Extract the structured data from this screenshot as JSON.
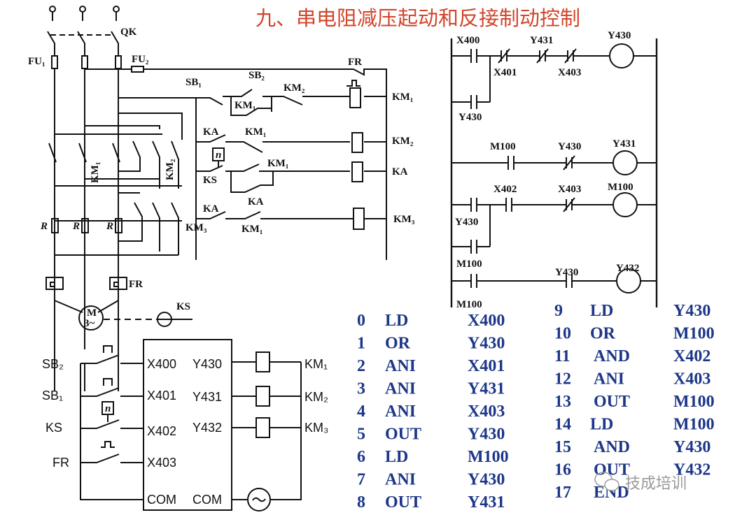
{
  "title": "九、串电阻减压起动和反接制动控制",
  "colors": {
    "title": "#d2452b",
    "instruction_text": "#1d3788",
    "wiring": "#111111",
    "watermark": "#9a9a9a"
  },
  "power_circuit": {
    "switch": "QK",
    "fuse1": "FU₁",
    "fuse2": "FU₂",
    "km1": "KM₁",
    "km2": "KM₂",
    "km3": "KM₃",
    "resistor": "R",
    "overload": "FR",
    "motor": "M",
    "motor_sub": "3~",
    "speed_relay": "KS"
  },
  "control_circuit": {
    "fr": "FR",
    "sb1": "SB₁",
    "sb2": "SB₂",
    "row1": {
      "km1_hold": "KM₁",
      "km2_nc": "KM₂",
      "coil": "KM₁"
    },
    "row2": {
      "ka": "KA",
      "km1": "KM₁",
      "coil": "KM₂"
    },
    "row3": {
      "ks": "KS",
      "ks_symbol": "n",
      "km1": "KM₁",
      "coil": "KA"
    },
    "row4": {
      "ka1": "KA",
      "ka2": "KA",
      "km1": "KM₁",
      "coil": "KM₃"
    }
  },
  "ladder": {
    "rung1": {
      "c1": "X400",
      "c2": "X401",
      "c3": "Y431",
      "c4": "X403",
      "branch": "Y430",
      "coil": "Y430"
    },
    "rung2": {
      "c1": "M100",
      "c2": "Y430",
      "coil": "Y431"
    },
    "rung3": {
      "c1": "X402",
      "c2": "X403",
      "branch1": "Y430",
      "branch2": "M100",
      "coil": "M100"
    },
    "rung4": {
      "c1": "M100",
      "c2": "Y430",
      "coil": "Y432",
      "c1_below": "M100"
    }
  },
  "plc_wiring": {
    "inputs": [
      {
        "device": "SB₂",
        "terminal": "X400"
      },
      {
        "device": "SB₁",
        "terminal": "X401"
      },
      {
        "device": "KS",
        "terminal": "X402",
        "symbol": "n"
      },
      {
        "device": "FR",
        "terminal": "X403"
      }
    ],
    "outputs": [
      {
        "terminal": "Y430",
        "load": "KM₁"
      },
      {
        "terminal": "Y431",
        "load": "KM₂"
      },
      {
        "terminal": "Y432",
        "load": "KM₃"
      }
    ],
    "com_in": "COM",
    "com_out": "COM"
  },
  "instruction_list": [
    {
      "step": "0",
      "op": "LD",
      "operand": "X400"
    },
    {
      "step": "1",
      "op": "OR",
      "operand": "Y430"
    },
    {
      "step": "2",
      "op": "ANI",
      "operand": "X401"
    },
    {
      "step": "3",
      "op": "ANI",
      "operand": "Y431"
    },
    {
      "step": "4",
      "op": "ANI",
      "operand": "X403"
    },
    {
      "step": "5",
      "op": "OUT",
      "operand": "Y430"
    },
    {
      "step": "6",
      "op": "LD",
      "operand": "M100"
    },
    {
      "step": "7",
      "op": "ANI",
      "operand": "Y430"
    },
    {
      "step": "8",
      "op": "OUT",
      "operand": "Y431"
    },
    {
      "step": "9",
      "op": "LD",
      "operand": "Y430"
    },
    {
      "step": "10",
      "op": "OR",
      "operand": "M100"
    },
    {
      "step": "11",
      "op": "AND",
      "operand": "X402"
    },
    {
      "step": "12",
      "op": "ANI",
      "operand": "X403"
    },
    {
      "step": "13",
      "op": "OUT",
      "operand": "M100"
    },
    {
      "step": "14",
      "op": "LD",
      "operand": "M100"
    },
    {
      "step": "15",
      "op": "AND",
      "operand": "Y430"
    },
    {
      "step": "16",
      "op": "OUT",
      "operand": "Y432"
    },
    {
      "step": "17",
      "op": "END",
      "operand": ""
    }
  ],
  "watermark": {
    "text": "技成培训",
    "icon": "wechat-icon"
  }
}
